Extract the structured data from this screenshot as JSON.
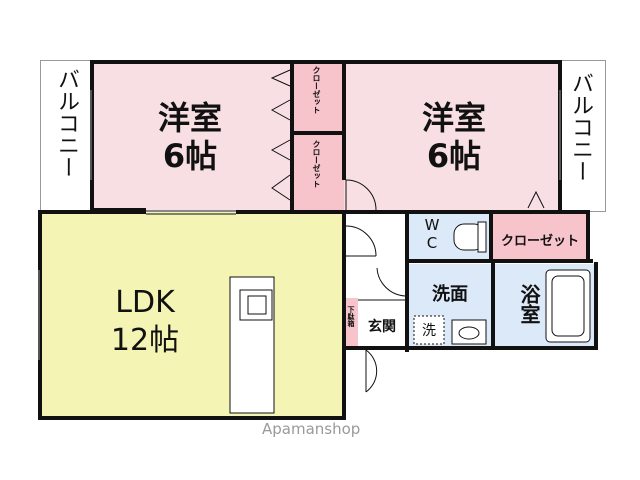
{
  "rooms": {
    "western_left": {
      "name": "洋室",
      "size": "6帖"
    },
    "western_right": {
      "name": "洋室",
      "size": "6帖"
    },
    "ldk": {
      "name": "LDK",
      "size": "12帖"
    },
    "closet_top": "クローゼット",
    "closet_bottom": "クローゼット",
    "closet_right": "クローゼット",
    "balcony_left": "バルコニー",
    "balcony_right": "バルコニー",
    "wc": "WC",
    "washroom": "洗面",
    "bathroom": "浴室",
    "entrance": "玄関",
    "shoe_box": "下駄箱",
    "washer": "洗"
  },
  "watermark": "Apamanshop",
  "colors": {
    "western": "#f8dfe3",
    "ldk": "#f4f4b4",
    "wet": "#dbe9f8",
    "closet": "#f7c4cc",
    "wall": "#111111"
  }
}
